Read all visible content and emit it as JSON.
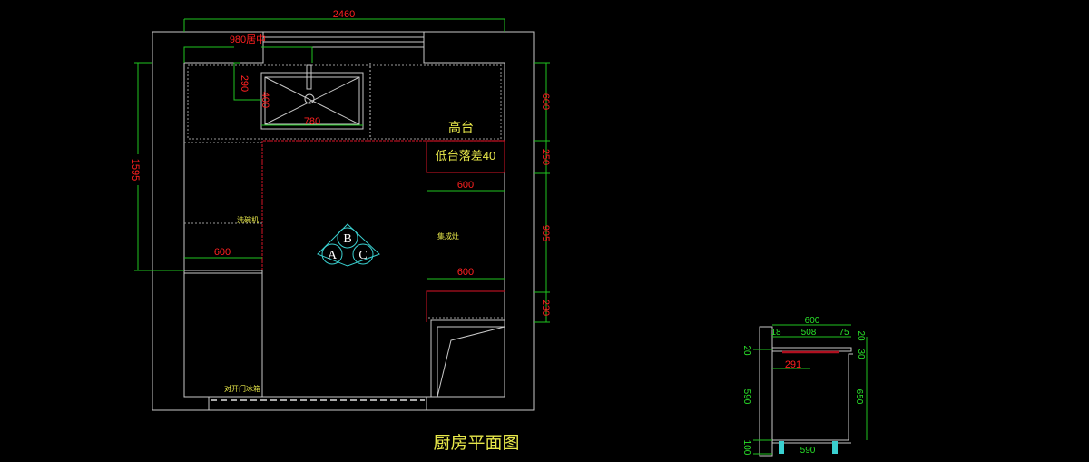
{
  "title": "厨房平面图",
  "labels": {
    "high_counter": "高台",
    "low_counter_drop": "低台落差40",
    "dishwasher": "洗碗机",
    "integrated_stove": "集成灶",
    "fridge": "对开门冰箱",
    "sink_center": "980居中"
  },
  "dimensions": {
    "overall_width": "2460",
    "left_height": "1595",
    "sink_offset": "290",
    "sink_depth": "400",
    "sink_width": "780",
    "right": [
      "600",
      "250",
      "905",
      "230"
    ],
    "high_counter_depth": "600",
    "dishwasher_width": "600",
    "stove_depth": "600"
  },
  "symbol": {
    "a": "A",
    "b": "B",
    "c": "C"
  },
  "detail": {
    "top_width": "600",
    "top_segments": [
      "18",
      "508",
      "75"
    ],
    "right_top": "20",
    "right_second": "30",
    "inner_offset": "291",
    "left_top": "20",
    "left_middle": "590",
    "left_bottom": "100",
    "right_height": "650",
    "bottom_width": "590"
  },
  "colors": {
    "wall": "#c8c8c8",
    "dimension_line": "#1fc41f",
    "dimension_text": "#ff2020",
    "label": "#e8e84a",
    "symbol": "#3ad0d0"
  }
}
